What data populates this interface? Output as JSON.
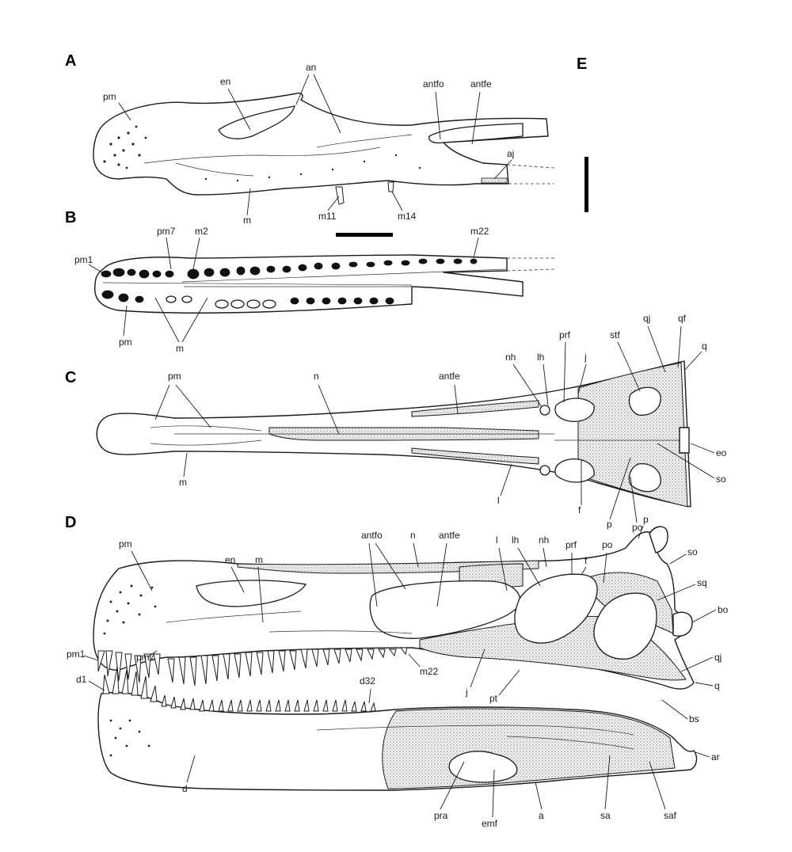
{
  "panels": {
    "A": "A",
    "B": "B",
    "C": "C",
    "D": "D",
    "E": "E"
  },
  "labels": {
    "a_pm": "pm",
    "a_en": "en",
    "a_an": "an",
    "a_antfo": "antfo",
    "a_antfe": "antfe",
    "a_aj": "aj",
    "a_m": "m",
    "a_m11": "m11",
    "a_m14": "m14",
    "b_pm7": "pm7",
    "b_m2": "m2",
    "b_m22": "m22",
    "b_pm1": "pm1",
    "b_pm": "pm",
    "b_m": "m",
    "c_pm": "pm",
    "c_n": "n",
    "c_antfe": "antfe",
    "c_nh": "nh",
    "c_lh": "lh",
    "c_prf": "prf",
    "c_j": "j",
    "c_stf": "stf",
    "c_qj": "qj",
    "c_qf": "qf",
    "c_q": "q",
    "c_eo": "eo",
    "c_so": "so",
    "c_m": "m",
    "c_l": "l",
    "c_f": "f",
    "c_p": "p",
    "c_po": "po",
    "d_pm": "pm",
    "d_en": "en",
    "d_m": "m",
    "d_antfo": "antfo",
    "d_n": "n",
    "d_antfe": "antfe",
    "d_l": "l",
    "d_lh": "lh",
    "d_nh": "nh",
    "d_prf": "prf",
    "d_f": "f",
    "d_po": "po",
    "d_p": "p",
    "d_so": "so",
    "d_sq": "sq",
    "d_bo": "bo",
    "d_qj": "qj",
    "d_q": "q",
    "d_bs": "bs",
    "d_pm1": "pm1",
    "d_pm7": "pm7",
    "d_m22": "m22",
    "d_j": "j",
    "d_pt": "pt",
    "d_d1": "d1",
    "d_d32": "d32",
    "d_d": "d",
    "d_pra": "pra",
    "d_emf": "emf",
    "d_a": "a",
    "d_sa": "sa",
    "d_saf": "saf",
    "d_ar": "ar"
  }
}
